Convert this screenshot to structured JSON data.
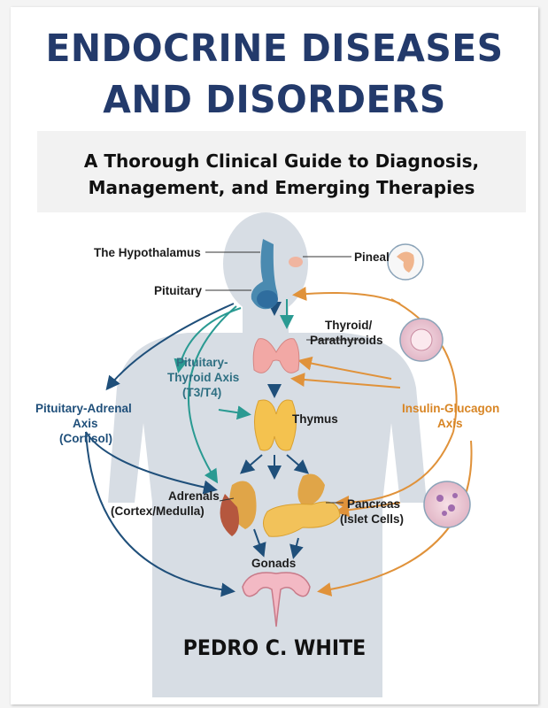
{
  "book": {
    "title_line1": "ENDOCRINE DISEASES",
    "title_line2": "AND DISORDERS",
    "subtitle_line1": "A Thorough Clinical Guide to Diagnosis,",
    "subtitle_line2": "Management, and Emerging Therapies",
    "author": "PEDRO C. WHITE"
  },
  "diagram": {
    "labels": {
      "hypothalamus": "The Hypothalamus",
      "pituitary": "Pituitary",
      "pineal": "Pineal",
      "thyroid_1": "Thyroid/",
      "thyroid_2": "Parathyroids",
      "thymus": "Thymus",
      "adrenals_1": "Adrenals",
      "adrenals_2": "(Cortex/Medulla)",
      "pancreas_1": "Pancreas",
      "pancreas_2": "(Islet Cells)",
      "gonads": "Gonads"
    },
    "axes": {
      "pituitary_thyroid_1": "Pituitary-",
      "pituitary_thyroid_2": "Thyroid Axis",
      "pituitary_thyroid_3": "(T3/T4)",
      "pituitary_adrenal_1": "Pituitary-Adrenal",
      "pituitary_adrenal_2": "Axis",
      "pituitary_adrenal_3": "(Cortisol)",
      "insulin_glucagon_1": "Insulin-Glucagon",
      "insulin_glucagon_2": "Axis"
    },
    "colors": {
      "blue_arrow": "#1f4f7a",
      "teal_arrow": "#2a9a92",
      "orange_arrow": "#e0923a",
      "title": "#233a6b"
    }
  }
}
